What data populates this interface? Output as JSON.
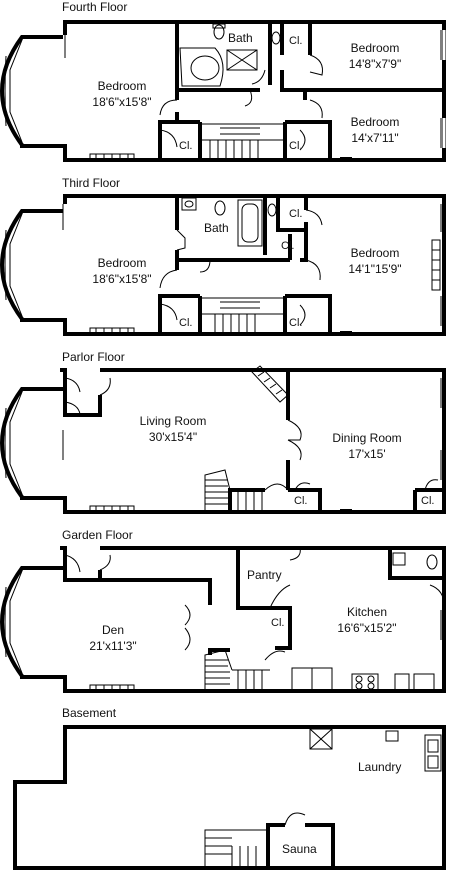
{
  "floors": {
    "fourth": {
      "title": "Fourth Floor",
      "rooms": {
        "bedroom_main": {
          "name": "Bedroom",
          "dims": "18'6\"x15'8\""
        },
        "bath": {
          "name": "Bath"
        },
        "closet_top": {
          "name": "Cl."
        },
        "bedroom_front_top": {
          "name": "Bedroom",
          "dims": "14'8\"x7'9\""
        },
        "bedroom_front_bottom": {
          "name": "Bedroom",
          "dims": "14'x7'11\""
        },
        "closet_left": {
          "name": "Cl."
        },
        "closet_right": {
          "name": "Cl."
        }
      }
    },
    "third": {
      "title": "Third Floor",
      "rooms": {
        "bedroom_main": {
          "name": "Bedroom",
          "dims": "18'6\"x15'8\""
        },
        "bath": {
          "name": "Bath"
        },
        "closet_top": {
          "name": "Cl."
        },
        "closet_mid": {
          "name": "Cl."
        },
        "bedroom_front": {
          "name": "Bedroom",
          "dims": "14'1\"15'9\""
        },
        "closet_left": {
          "name": "Cl."
        },
        "closet_right": {
          "name": "Cl."
        }
      }
    },
    "parlor": {
      "title": "Parlor Floor",
      "rooms": {
        "living": {
          "name": "Living Room",
          "dims": "30'x15'4\""
        },
        "dining": {
          "name": "Dining Room",
          "dims": "17'x15'"
        },
        "closet_mid": {
          "name": "Cl."
        },
        "closet_right": {
          "name": "Cl."
        }
      }
    },
    "garden": {
      "title": "Garden Floor",
      "rooms": {
        "den": {
          "name": "Den",
          "dims": "21'x11'3\""
        },
        "pantry": {
          "name": "Pantry"
        },
        "closet": {
          "name": "Cl."
        },
        "kitchen": {
          "name": "Kitchen",
          "dims": "16'6\"x15'2\""
        }
      }
    },
    "basement": {
      "title": "Basement",
      "rooms": {
        "laundry": {
          "name": "Laundry"
        },
        "sauna": {
          "name": "Sauna"
        }
      }
    }
  }
}
